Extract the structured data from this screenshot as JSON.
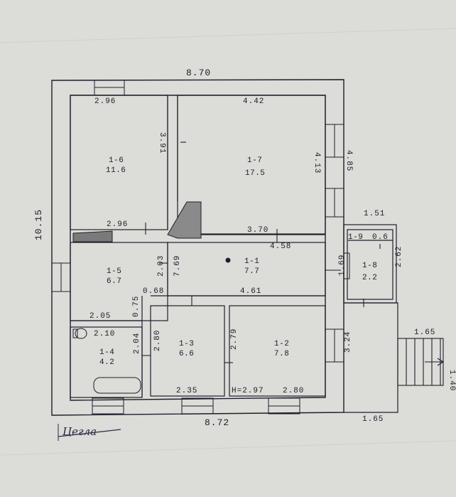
{
  "plan": {
    "dims": {
      "top_total": "8.70",
      "bottom_total": "8.72",
      "left_total": "10.15",
      "bottom_ext": "1.65",
      "porch_w": "1.65",
      "porch_h": "1.40",
      "r16_top": "2.96",
      "r16_bottom": "2.96",
      "r16_side": "3.91",
      "r17_top": "4.42",
      "r17_side": "4.13",
      "outer_right": "4.85",
      "r17_bottom": "3.70",
      "r11_top": "4.58",
      "r11_bottom": "4.61",
      "r11_left": "7.69",
      "r15_side": "2.03",
      "r15_bottom": "2.05",
      "d068": "0.68",
      "d075": "0.75",
      "r14_top": "2.10",
      "r14_side": "2.04",
      "r13_side": "2.80",
      "r13_bottom": "2.35",
      "r12_side": "2.79",
      "r12_bottom": "2.80",
      "r12_note": "H=2.97",
      "r18_top": "1.51",
      "r18_side": "2.62",
      "r18_left": "1.69",
      "r18_div": "0.6",
      "ext_side": "3.24"
    },
    "rooms": [
      {
        "id": "1-6",
        "area": "11.6"
      },
      {
        "id": "1-7",
        "area": "17.5"
      },
      {
        "id": "1-1",
        "area": "7.7"
      },
      {
        "id": "1-5",
        "area": "6.7"
      },
      {
        "id": "1-4",
        "area": "4.2"
      },
      {
        "id": "1-3",
        "area": "6.6"
      },
      {
        "id": "1-2",
        "area": "7.8"
      },
      {
        "id": "1-8",
        "area": "2.2"
      },
      {
        "id": "1-9",
        "area": ""
      }
    ],
    "annotation": "Цегла"
  }
}
